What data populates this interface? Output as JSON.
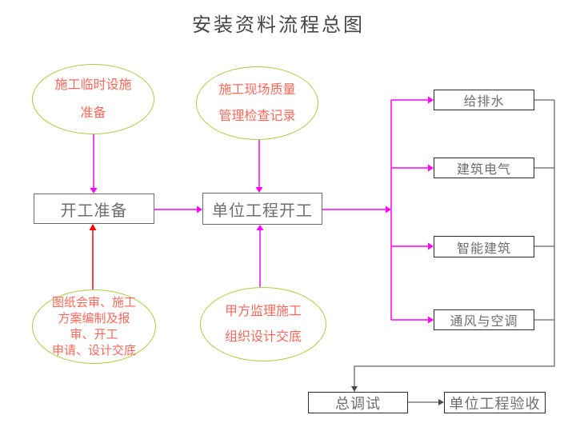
{
  "title": "安装资料流程总图",
  "colors": {
    "background": "#FFFFFF",
    "title_text": "#474747",
    "ellipse_border": "#AACC44",
    "ellipse_text": "#F8695A",
    "box_border_light": "#6B6B6B",
    "box_border_dark": "#2B2B2B",
    "box_text": "#6E6E6E",
    "magenta_arrow": "#FF00FF",
    "red_arrow": "#FF0000",
    "gray_line": "#666666"
  },
  "ellipses": {
    "temp_facilities": {
      "lines": [
        "施工临时设施",
        "准备"
      ]
    },
    "site_quality": {
      "lines": [
        "施工现场质量",
        "管理检查记录"
      ]
    },
    "drawing_review": {
      "lines": [
        "图纸会审、施工",
        "方案编制及报",
        "审、开工",
        "申请、设计交底"
      ]
    },
    "supervision_briefing": {
      "lines": [
        "甲方监理施工",
        "组织设计交底"
      ]
    }
  },
  "boxes": {
    "start_preparation": "开工准备",
    "unit_project_start": "单位工程开工",
    "water_supply_drainage": "给排水",
    "building_electrical": "建筑电气",
    "intelligent_building": "智能建筑",
    "hvac": "通风与空调",
    "overall_commissioning": "总调试",
    "unit_project_acceptance": "单位工程验收"
  }
}
